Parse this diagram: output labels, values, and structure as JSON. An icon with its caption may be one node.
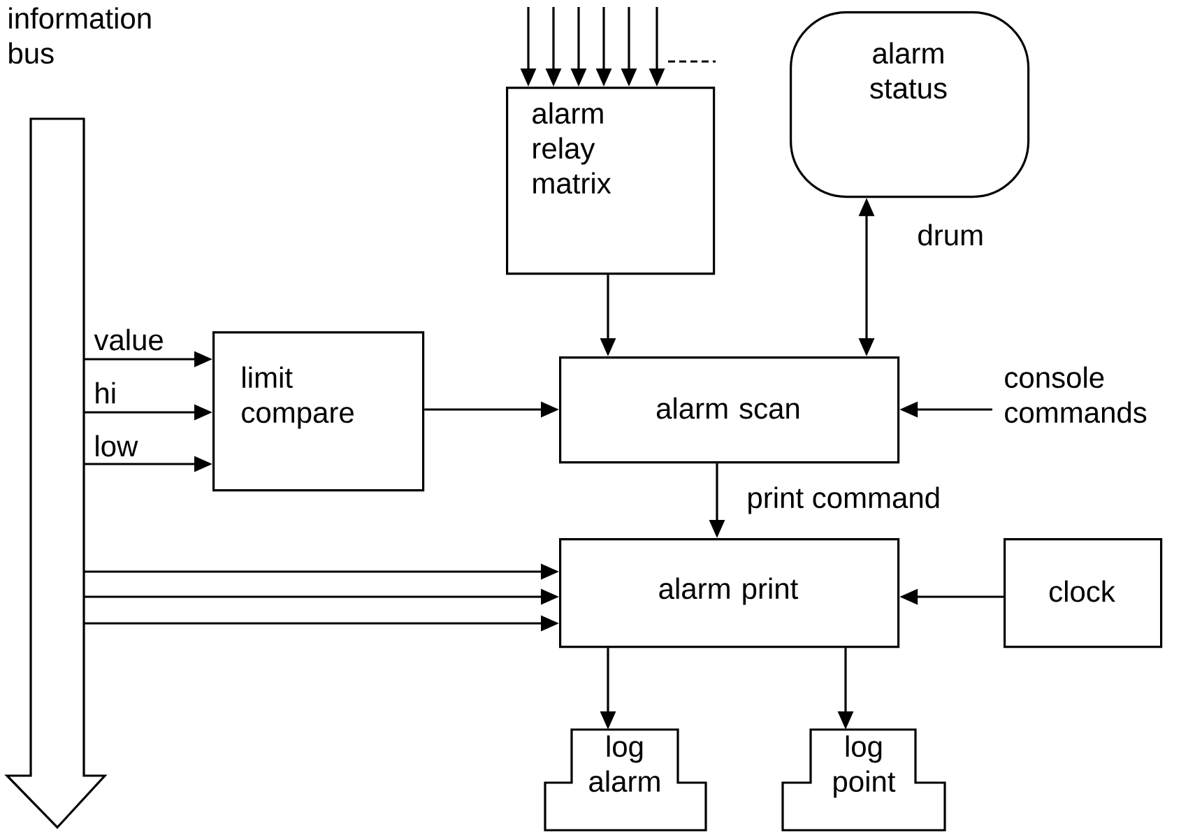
{
  "diagram": {
    "nodes": [
      {
        "text": [
          "information bus"
        ]
      },
      {
        "text": [
          "alarm relay matrix"
        ]
      },
      {
        "text": [
          "alarm status"
        ]
      },
      {
        "text": [
          "limit compare"
        ]
      },
      {
        "text": [
          "alarm scan"
        ]
      },
      {
        "text": [
          "console commands"
        ]
      },
      {
        "text": [
          "alarm print"
        ]
      },
      {
        "text": [
          "clock"
        ]
      },
      {
        "text": [
          "log alarm"
        ]
      },
      {
        "text": [
          "log point"
        ]
      }
    ],
    "edges": [
      {
        "from": null,
        "to": 1,
        "arrow": "to"
      },
      {
        "from": null,
        "to": 1,
        "arrow": "to"
      },
      {
        "from": null,
        "to": 1,
        "arrow": "to"
      },
      {
        "from": null,
        "to": 1,
        "arrow": "to"
      },
      {
        "from": null,
        "to": 1,
        "arrow": "to"
      },
      {
        "from": null,
        "to": 1,
        "arrow": "to"
      },
      {
        "from": 1,
        "to": 4,
        "arrow": "to"
      },
      {
        "from": 2,
        "to": 4,
        "arrow": "both",
        "label": "drum"
      },
      {
        "from": 0,
        "to": 3,
        "arrow": "to",
        "label": "value"
      },
      {
        "from": 0,
        "to": 3,
        "arrow": "to",
        "label": "hi"
      },
      {
        "from": 0,
        "to": 3,
        "arrow": "to",
        "label": "low"
      },
      {
        "from": 3,
        "to": 4,
        "arrow": "to"
      },
      {
        "from": 5,
        "to": 4,
        "arrow": "to"
      },
      {
        "from": 4,
        "to": 6,
        "arrow": "to",
        "label": "print command"
      },
      {
        "from": 0,
        "to": 6,
        "arrow": "to"
      },
      {
        "from": 0,
        "to": 6,
        "arrow": "to"
      },
      {
        "from": 0,
        "to": 6,
        "arrow": "to"
      },
      {
        "from": 7,
        "to": 6,
        "arrow": "to"
      },
      {
        "from": 6,
        "to": 8,
        "arrow": "to"
      },
      {
        "from": 6,
        "to": 9,
        "arrow": "to"
      }
    ]
  }
}
